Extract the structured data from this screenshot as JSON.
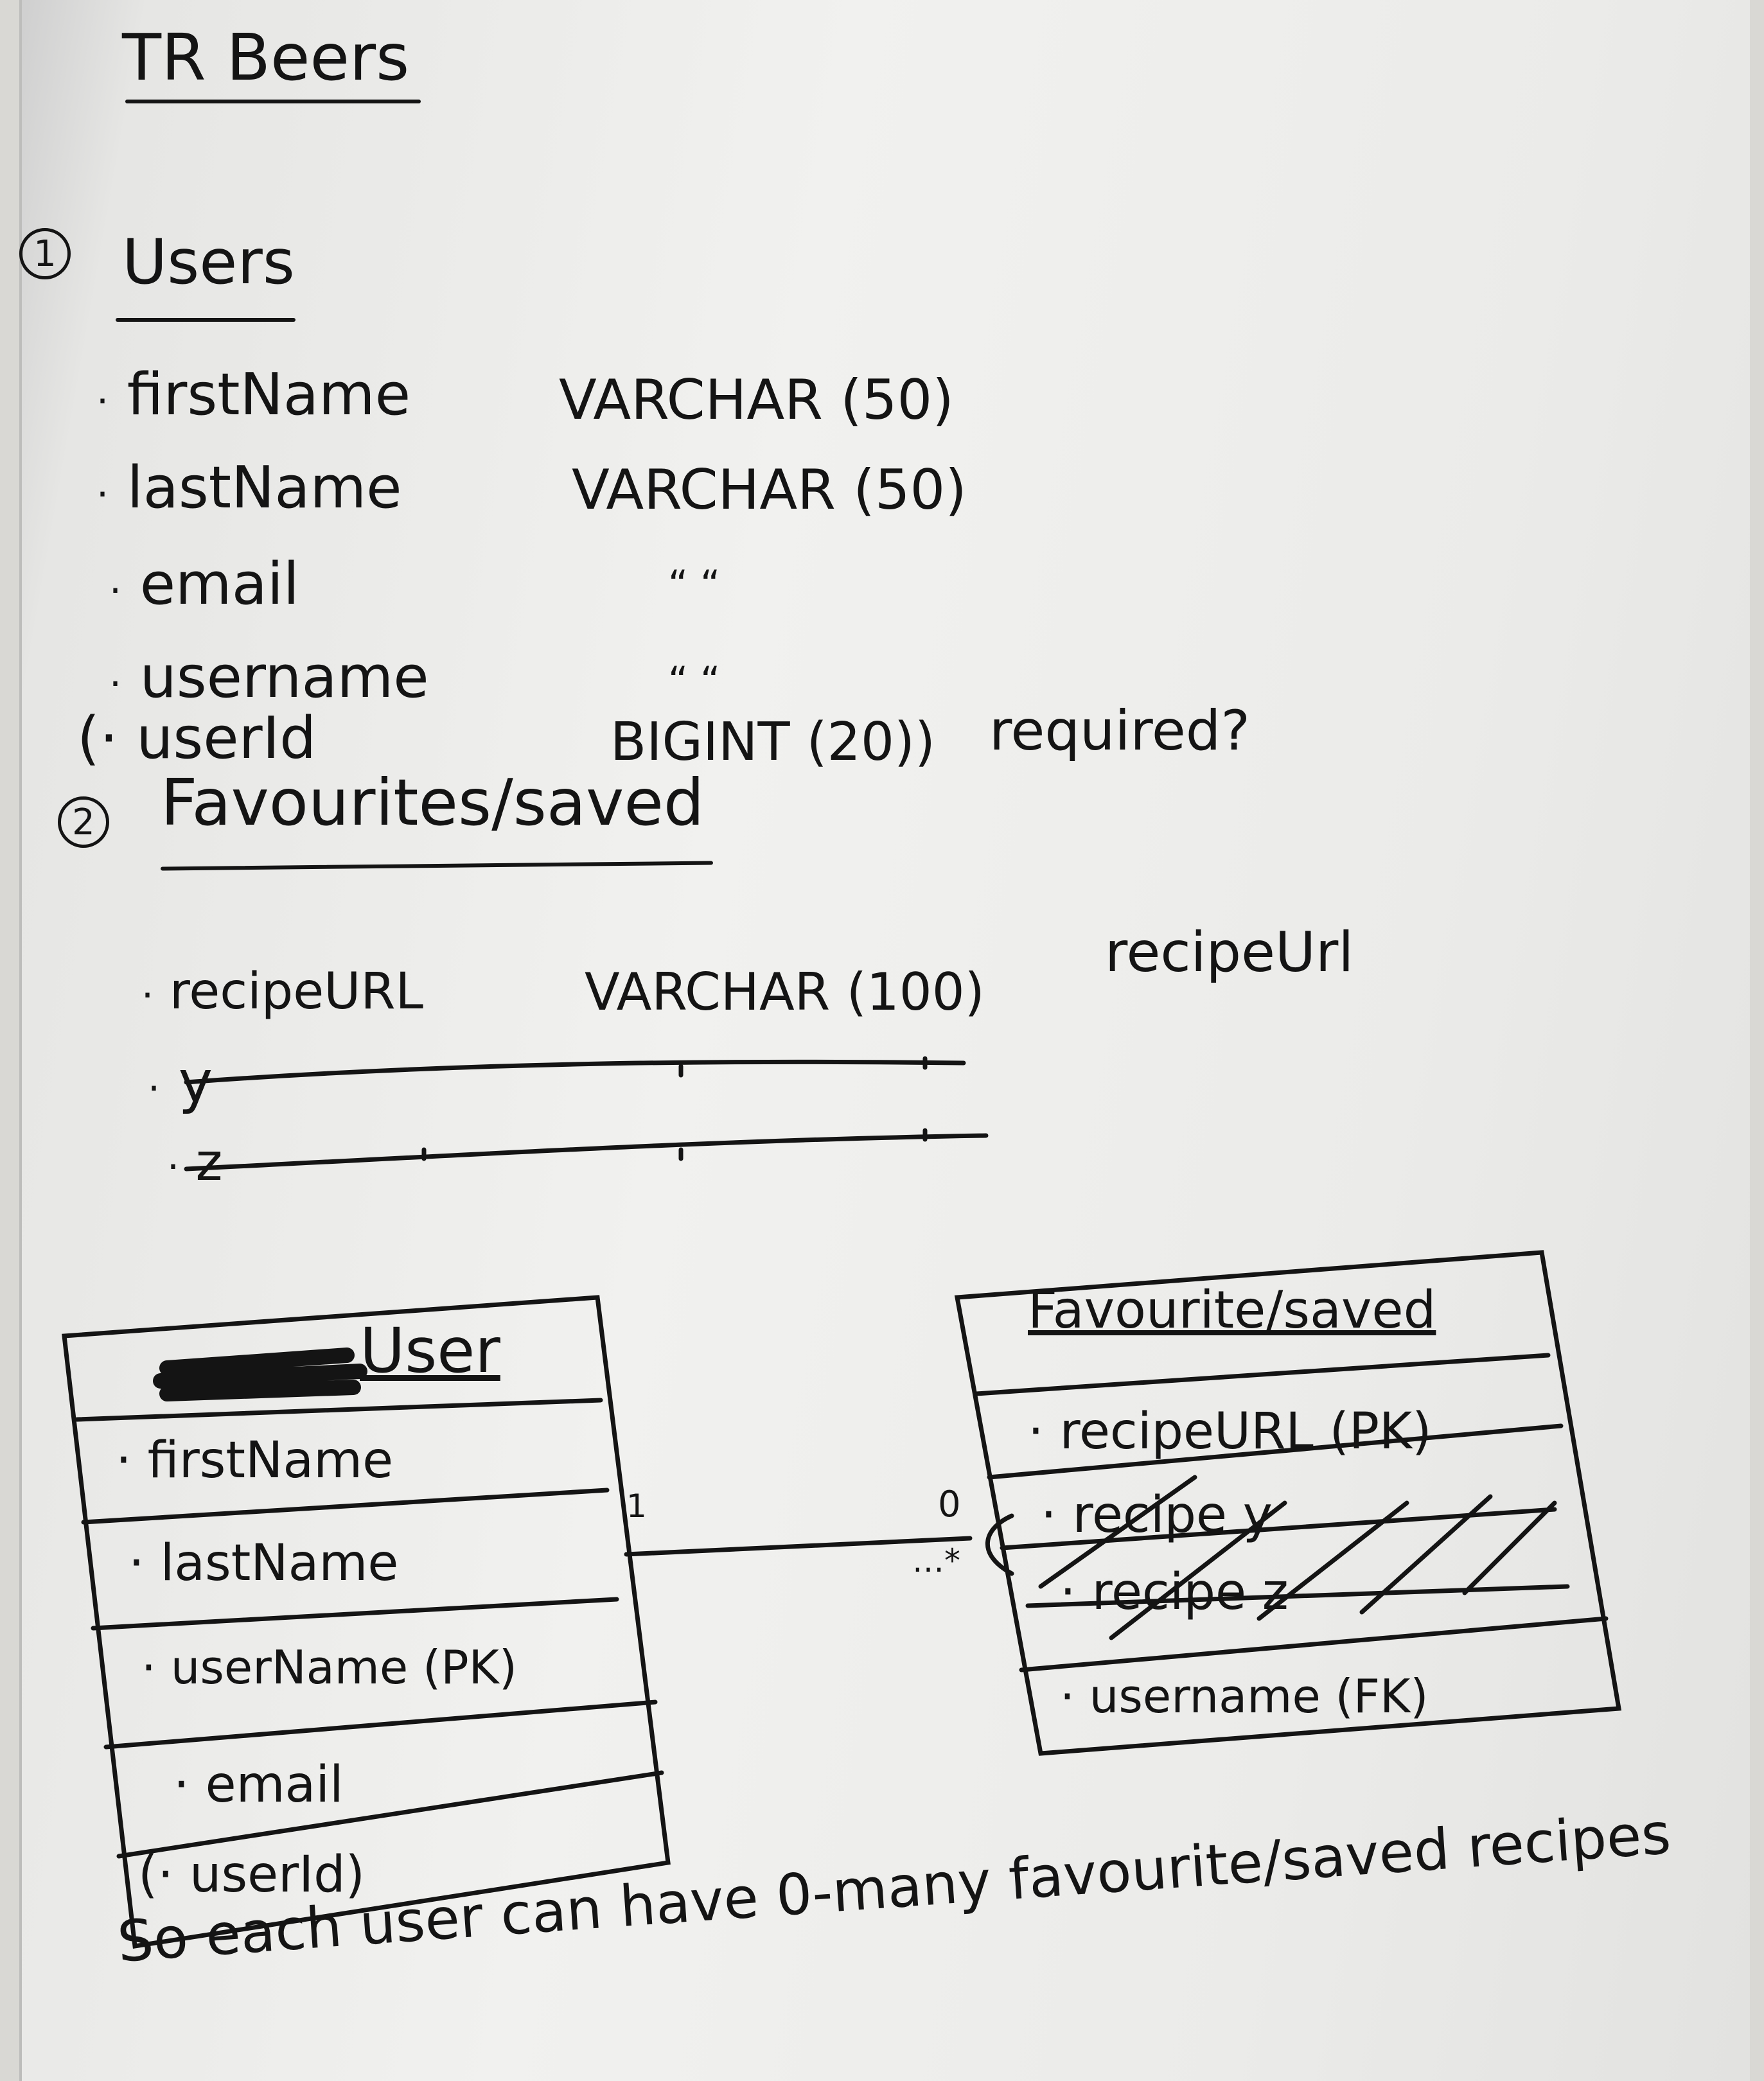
{
  "title": "TR Beers",
  "section1": {
    "number": "1",
    "heading": "Users",
    "fields": [
      {
        "name": "firstName",
        "type": "VARCHAR (50)"
      },
      {
        "name": "lastName",
        "type": "VARCHAR (50)"
      },
      {
        "name": "email",
        "type": "“          “"
      },
      {
        "name": "username",
        "type": "“          “"
      },
      {
        "name": "(· userId",
        "type": "BIGINT (20))",
        "note": "required?"
      }
    ]
  },
  "section2": {
    "number": "2",
    "heading": "Favourites/saved",
    "fields": [
      {
        "name": "recipeURL",
        "type": "VARCHAR (100)",
        "note": "recipeUrl"
      },
      {
        "name": "y",
        "struck": true
      },
      {
        "name": "z",
        "struck": true
      }
    ]
  },
  "erd": {
    "user_table": {
      "title": "User",
      "rows": [
        "· firstName",
        "· lastName",
        "· userName (PK)",
        "· email",
        "(· userId)"
      ]
    },
    "fav_table": {
      "title": "Favourite/saved",
      "rows": [
        "· recipeURL (PK)",
        "· recipe y",
        "· recipe z",
        "· username (FK)"
      ]
    },
    "relationship": {
      "left_mult": "1",
      "right_mult": "0",
      "right_many": "…*"
    }
  },
  "footer_note": "So each user can have 0-many favourite/saved recipes"
}
